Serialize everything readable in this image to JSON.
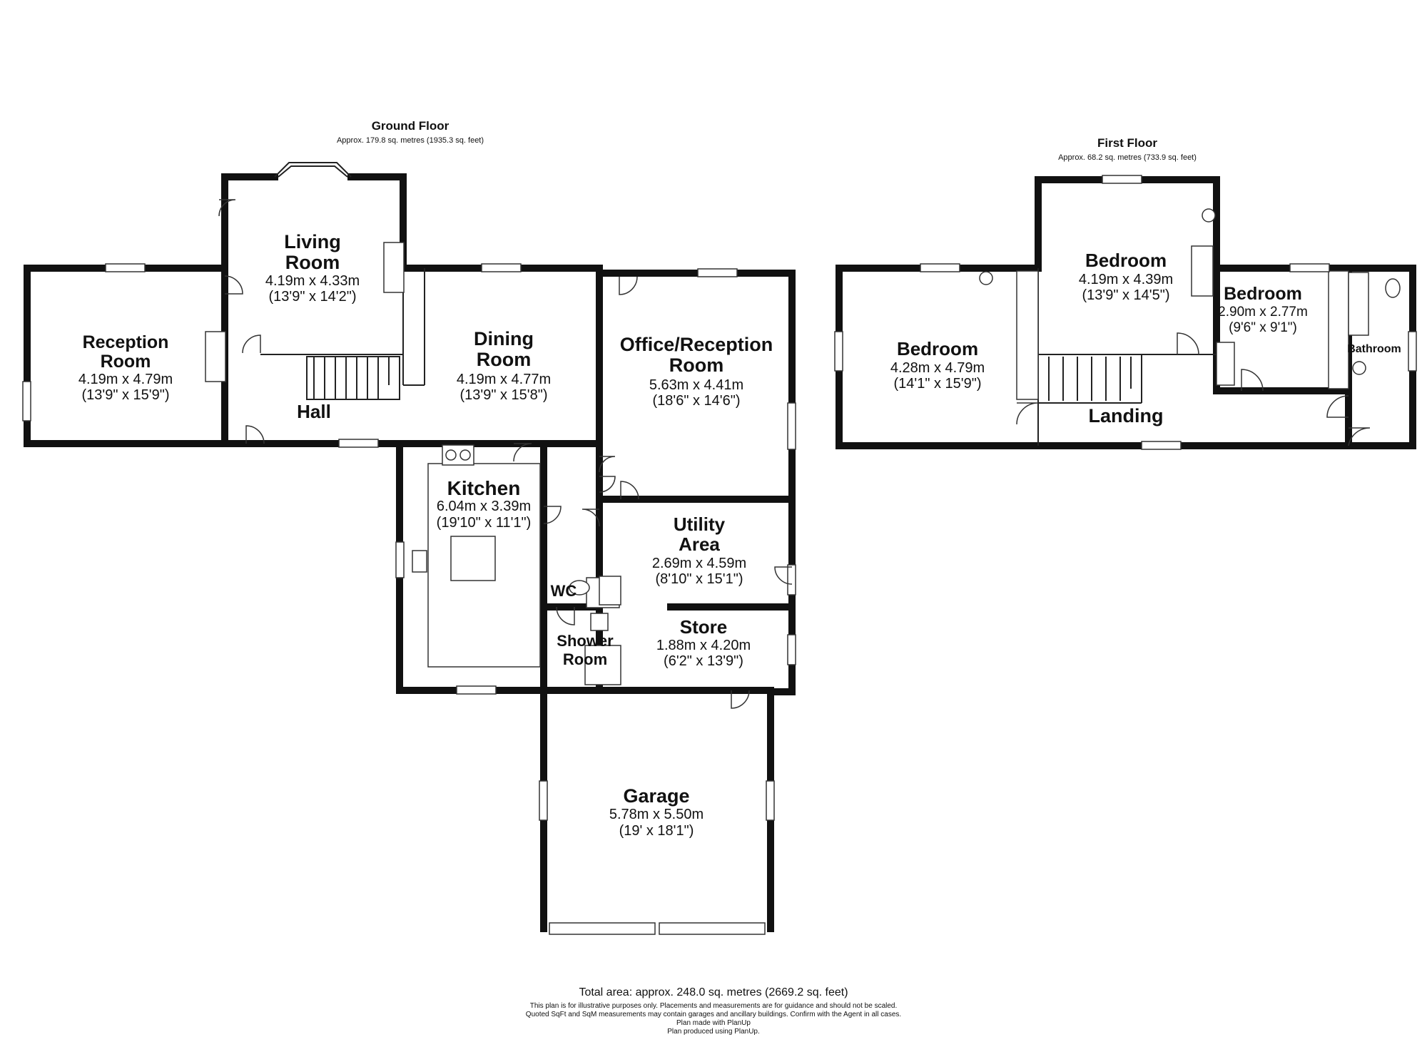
{
  "ground_floor": {
    "title": "Ground Floor",
    "area": "Approx. 179.8 sq. metres (1935.3 sq. feet)",
    "rooms": {
      "reception": {
        "name1": "Reception",
        "name2": "Room",
        "dim_m": "4.19m x 4.79m",
        "dim_ft": "(13'9\" x 15'9\")"
      },
      "living": {
        "name1": "Living",
        "name2": "Room",
        "dim_m": "4.19m x 4.33m",
        "dim_ft": "(13'9\" x 14'2\")"
      },
      "hall": {
        "name": "Hall"
      },
      "dining": {
        "name1": "Dining",
        "name2": "Room",
        "dim_m": "4.19m x 4.77m",
        "dim_ft": "(13'9\" x 15'8\")"
      },
      "office": {
        "name1": "Office/Reception",
        "name2": "Room",
        "dim_m": "5.63m x 4.41m",
        "dim_ft": "(18'6\" x 14'6\")"
      },
      "kitchen": {
        "name": "Kitchen",
        "dim_m": "6.04m x 3.39m",
        "dim_ft": "(19'10\" x 11'1\")"
      },
      "utility": {
        "name1": "Utility",
        "name2": "Area",
        "dim_m": "2.69m x 4.59m",
        "dim_ft": "(8'10\" x 15'1\")"
      },
      "wc": {
        "name": "WC"
      },
      "shower": {
        "name1": "Shower",
        "name2": "Room"
      },
      "store": {
        "name": "Store",
        "dim_m": "1.88m x 4.20m",
        "dim_ft": "(6'2\" x 13'9\")"
      },
      "garage": {
        "name": "Garage",
        "dim_m": "5.78m x 5.50m",
        "dim_ft": "(19' x 18'1\")"
      }
    }
  },
  "first_floor": {
    "title": "First Floor",
    "area": "Approx. 68.2 sq. metres (733.9 sq. feet)",
    "rooms": {
      "bedroom_left": {
        "name": "Bedroom",
        "dim_m": "4.28m x 4.79m",
        "dim_ft": "(14'1\" x 15'9\")"
      },
      "bedroom_main": {
        "name": "Bedroom",
        "dim_m": "4.19m x 4.39m",
        "dim_ft": "(13'9\" x 14'5\")"
      },
      "bedroom_small": {
        "name": "Bedroom",
        "dim_m": "2.90m x 2.77m",
        "dim_ft": "(9'6\" x 9'1\")"
      },
      "bathroom": {
        "name": "Bathroom"
      },
      "landing": {
        "name": "Landing"
      }
    }
  },
  "footer": {
    "total": "Total area: approx. 248.0 sq. metres (2669.2 sq. feet)",
    "line1": "This plan is for illustrative purposes only. Placements and measurements are for guidance and should not be scaled.",
    "line2": "Quoted SqFt and SqM measurements may contain garages and ancillary buildings. Confirm with the Agent in all cases.",
    "line3": "Plan made with PlanUp",
    "line4": "Plan produced using PlanUp."
  }
}
